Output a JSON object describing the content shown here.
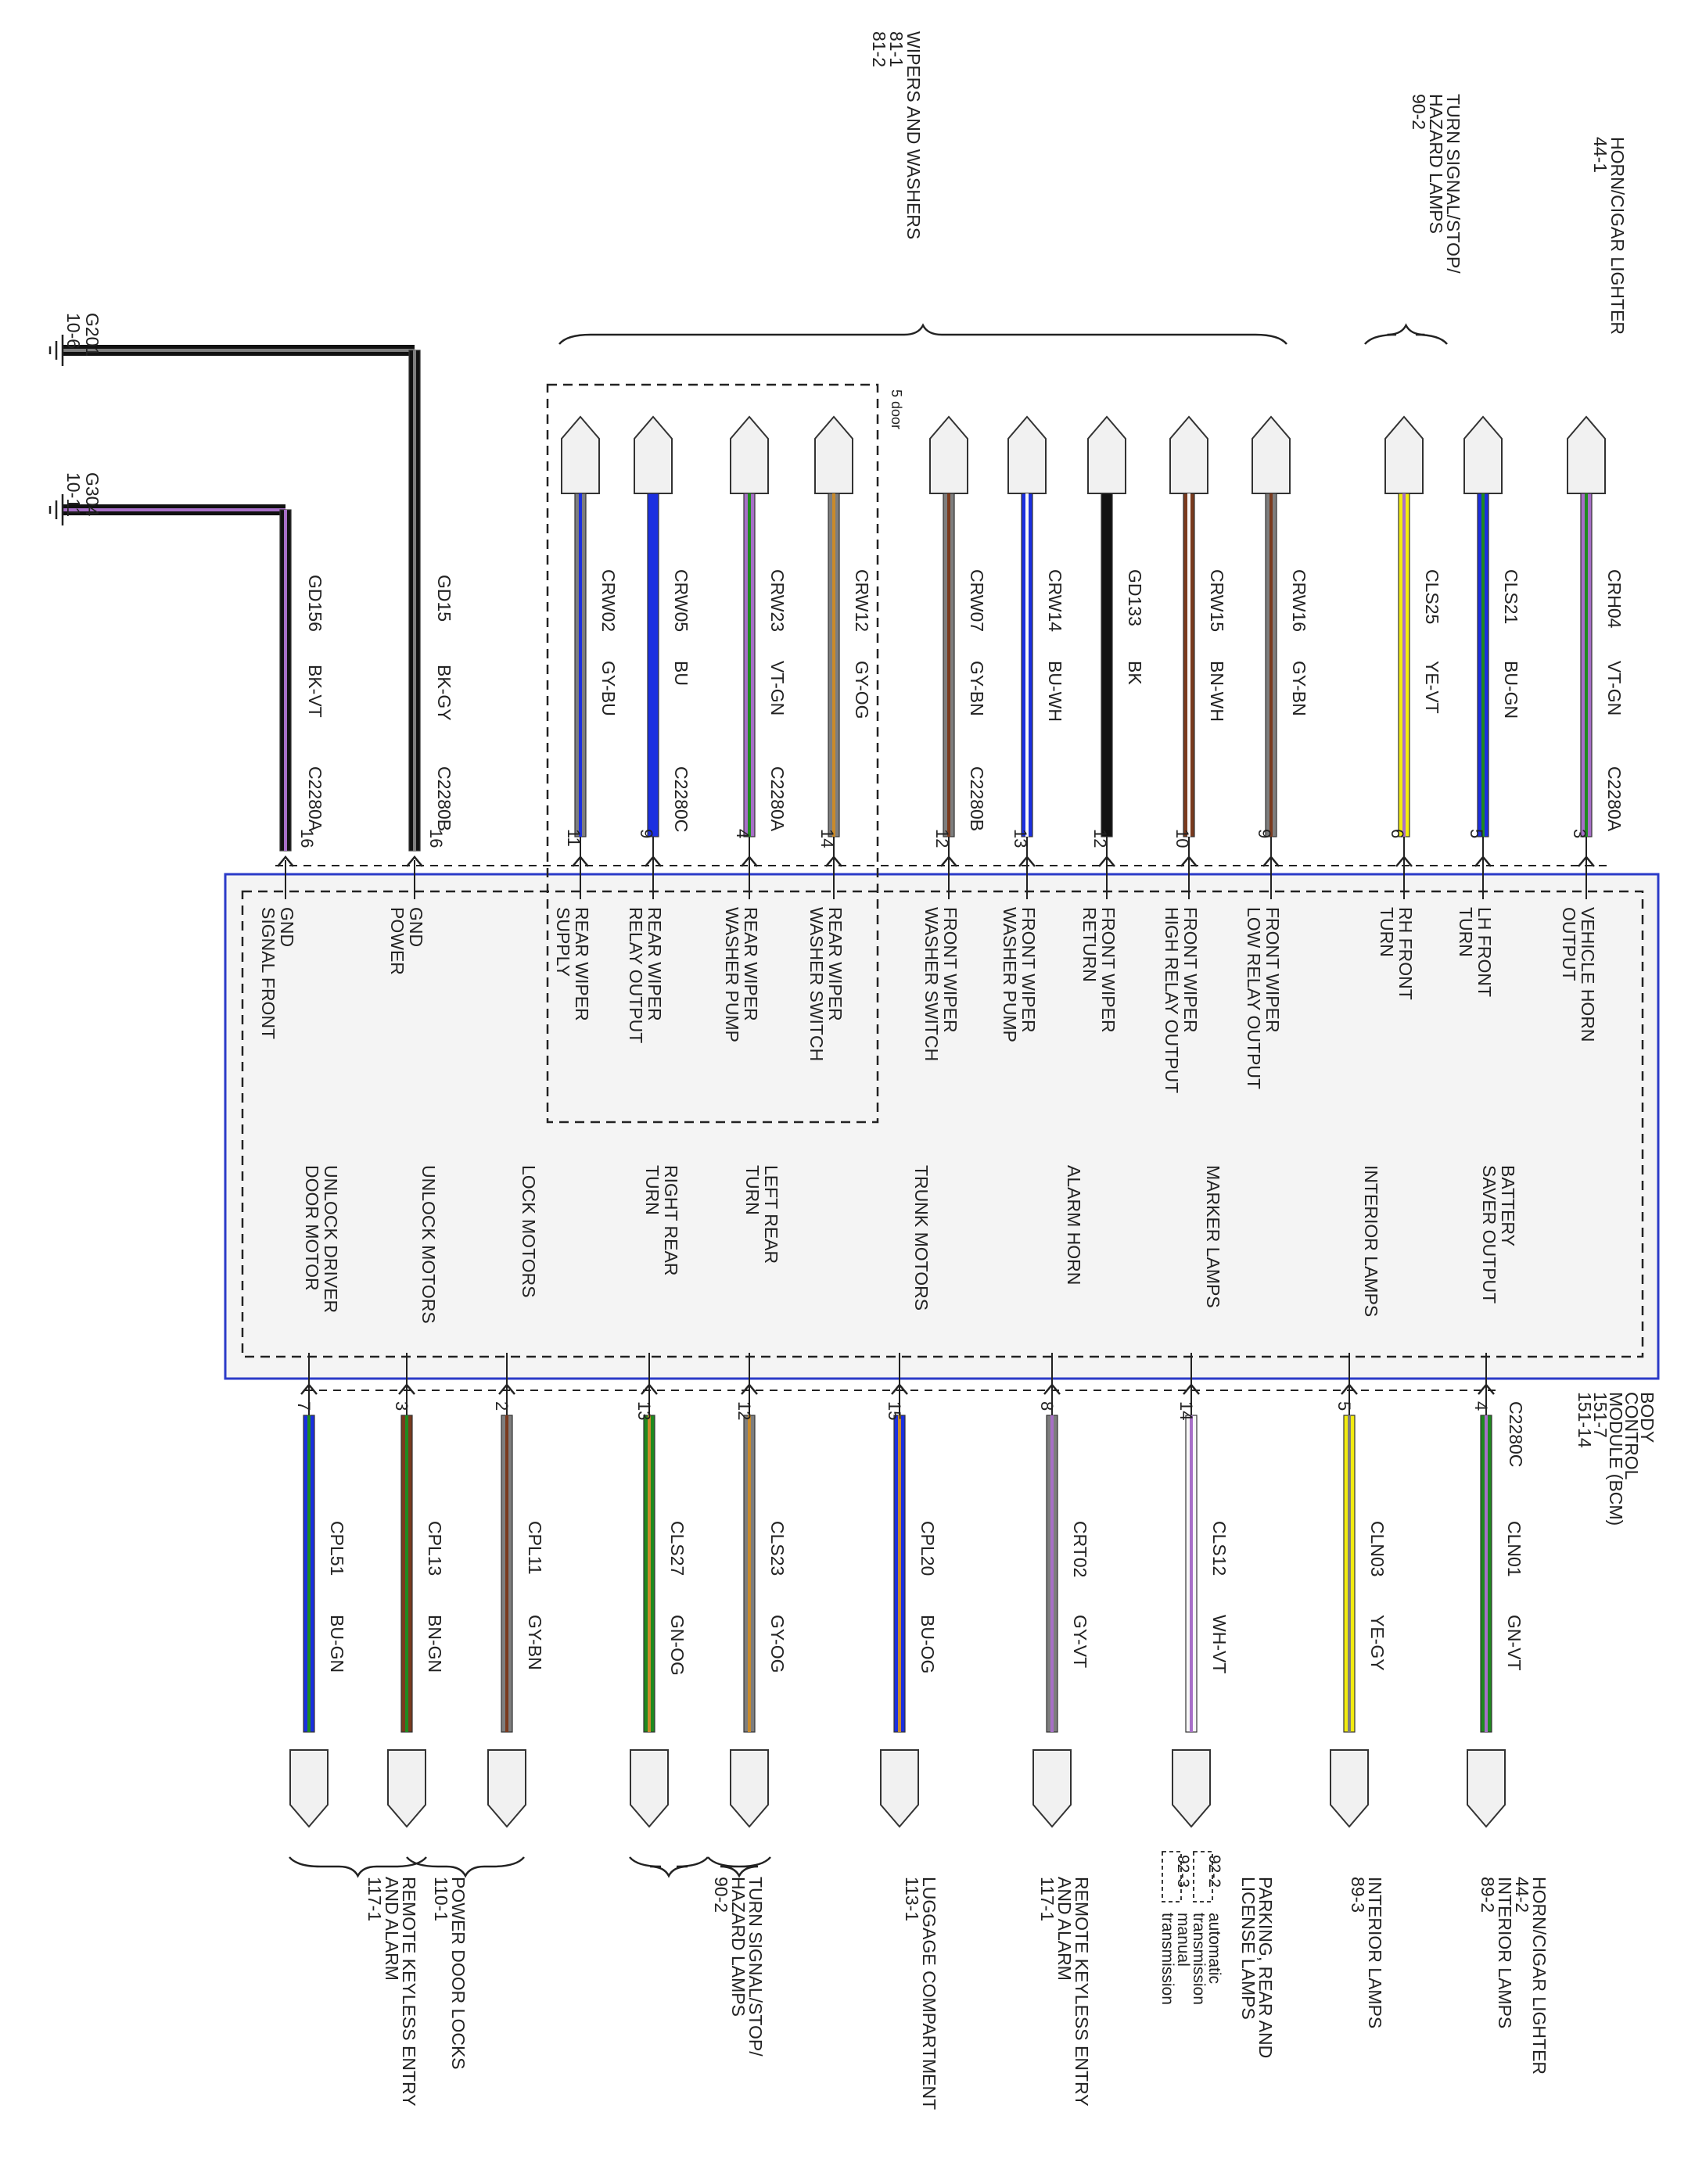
{
  "colors": {
    "BK": "#111111",
    "BU": "#1b2fe0",
    "GY": "#7e7e7e",
    "VT": "#a86fc8",
    "GN": "#1f8a1f",
    "OG": "#c98a2b",
    "BN": "#7a3a1e",
    "WH": "#f7f7f7",
    "YE": "#f2ec10",
    "RD": "#c01818",
    "PK": "#f0a0d8",
    "module_border": "#2b3bc8",
    "module_fill": "#f4f4f4"
  },
  "module": {
    "label_lines": [
      "BODY",
      "CONTROL",
      "MODULE (BCM)",
      "151-7",
      "151-14"
    ],
    "dashed_5door_label": "5 door"
  },
  "grounds": [
    {
      "id": "G201",
      "ref": "10-6",
      "wire": "GD15",
      "color_code": "BK-GY",
      "connector": "C2280B",
      "pin": "16",
      "fn": [
        "GND",
        "POWER"
      ]
    },
    {
      "id": "G304",
      "ref": "10-11",
      "wire": "GD156",
      "color_code": "BK-VT",
      "connector": "C2280A",
      "pin": "16",
      "fn": [
        "GND",
        "SIGNAL FRONT"
      ]
    }
  ],
  "top_wires": [
    {
      "wire": "CRW02",
      "color_code": "GY-BU",
      "connector": "",
      "pin": "11",
      "fn": [
        "REAR WIPER",
        "SUPPLY"
      ]
    },
    {
      "wire": "CRW05",
      "color_code": "BU",
      "connector": "C2280C",
      "pin": "9",
      "fn": [
        "REAR WIPER",
        "RELAY OUTPUT"
      ]
    },
    {
      "wire": "CRW23",
      "color_code": "VT-GN",
      "connector": "C2280A",
      "pin": "4",
      "fn": [
        "REAR WIPER",
        "WASHER PUMP"
      ]
    },
    {
      "wire": "CRW12",
      "color_code": "GY-OG",
      "connector": "",
      "pin": "14",
      "fn": [
        "REAR WIPER",
        "WASHER SWITCH"
      ]
    },
    {
      "wire": "CRW07",
      "color_code": "GY-BN",
      "connector": "C2280B",
      "pin": "12",
      "fn": [
        "FRONT WIPER",
        "WASHER SWITCH"
      ]
    },
    {
      "wire": "CRW14",
      "color_code": "BU-WH",
      "connector": "",
      "pin": "13",
      "fn": [
        "FRONT WIPER",
        "WASHER PUMP"
      ]
    },
    {
      "wire": "GD133",
      "color_code": "BK",
      "connector": "",
      "pin": "12",
      "fn": [
        "FRONT WIPER",
        "RETURN"
      ]
    },
    {
      "wire": "CRW15",
      "color_code": "BN-WH",
      "connector": "",
      "pin": "10",
      "fn": [
        "FRONT WIPER",
        "HIGH RELAY OUTPUT"
      ]
    },
    {
      "wire": "CRW16",
      "color_code": "GY-BN",
      "connector": "",
      "pin": "9",
      "fn": [
        "FRONT WIPER",
        "LOW RELAY OUTPUT"
      ]
    },
    {
      "wire": "CLS25",
      "color_code": "YE-VT",
      "connector": "",
      "pin": "6",
      "fn": [
        "RH FRONT",
        "TURN"
      ]
    },
    {
      "wire": "CLS21",
      "color_code": "BU-GN",
      "connector": "",
      "pin": "5",
      "fn": [
        "LH FRONT",
        "TURN"
      ]
    },
    {
      "wire": "CRH04",
      "color_code": "VT-GN",
      "connector": "C2280A",
      "pin": "3",
      "fn": [
        "VEHICLE HORN",
        "OUTPUT"
      ]
    }
  ],
  "top_groups": [
    {
      "lines": [
        "WIPERS AND WASHERS",
        "81-1",
        "81-2"
      ]
    },
    {
      "lines": [
        "TURN SIGNAL/STOP/",
        "HAZARD LAMPS",
        "90-2"
      ]
    },
    {
      "lines": [
        "HORN/CIGAR LIGHTER",
        "44-1"
      ]
    }
  ],
  "bottom_wires": [
    {
      "wire": "CPL51",
      "color_code": "BU-GN",
      "connector": "",
      "pin": "7",
      "fn": [
        "UNLOCK DRIVER",
        "DOOR MOTOR"
      ]
    },
    {
      "wire": "CPL13",
      "color_code": "BN-GN",
      "connector": "",
      "pin": "3",
      "fn": [
        "UNLOCK MOTORS"
      ]
    },
    {
      "wire": "CPL11",
      "color_code": "GY-BN",
      "connector": "",
      "pin": "2",
      "fn": [
        "LOCK MOTORS"
      ]
    },
    {
      "wire": "CLS27",
      "color_code": "GN-OG",
      "connector": "",
      "pin": "13",
      "fn": [
        "RIGHT REAR",
        "TURN"
      ]
    },
    {
      "wire": "CLS23",
      "color_code": "GY-OG",
      "connector": "",
      "pin": "12",
      "fn": [
        "LEFT REAR",
        "TURN"
      ]
    },
    {
      "wire": "CPL20",
      "color_code": "BU-OG",
      "connector": "",
      "pin": "15",
      "fn": [
        "TRUNK MOTORS"
      ]
    },
    {
      "wire": "CRT02",
      "color_code": "GY-VT",
      "connector": "",
      "pin": "8",
      "fn": [
        "ALARM HORN"
      ]
    },
    {
      "wire": "CLS12",
      "color_code": "WH-VT",
      "connector": "",
      "pin": "14",
      "fn": [
        "MARKER LAMPS"
      ]
    },
    {
      "wire": "CLN03",
      "color_code": "YE-GY",
      "connector": "",
      "pin": "5",
      "fn": [
        "INTERIOR LAMPS"
      ]
    },
    {
      "wire": "CLN01",
      "color_code": "GN-VT",
      "connector": "C2280C",
      "pin": "4",
      "fn": [
        "BATTERY",
        "SAVER OUTPUT"
      ]
    }
  ],
  "bottom_groups": [
    {
      "lines": [
        "POWER DOOR LOCKS",
        "110-1"
      ]
    },
    {
      "lines": [
        "REMOTE KEYLESS ENTRY",
        "AND ALARM",
        "117-1"
      ]
    },
    {
      "lines": [
        "TURN SIGNAL/STOP/",
        "HAZARD LAMPS",
        "90-2"
      ]
    },
    {
      "lines": [
        "LUGGAGE COMPARTMENT",
        "113-1"
      ]
    },
    {
      "lines": [
        "REMOTE KEYLESS ENTRY",
        "AND ALARM",
        "117-1"
      ]
    },
    {
      "lines": [
        "PARKING, REAR AND",
        "LICENSE LAMPS"
      ]
    },
    {
      "lines": [
        "INTERIOR LAMPS",
        "89-3"
      ]
    },
    {
      "lines": [
        "HORN/CIGAR LIGHTER",
        "44-2",
        "INTERIOR LAMPS",
        "89-2"
      ]
    }
  ],
  "transmission_notes": [
    {
      "ref": "92-2",
      "text": "automatic",
      "text2": "transmission"
    },
    {
      "ref": "92-3",
      "text": "manual",
      "text2": "transmission"
    }
  ]
}
